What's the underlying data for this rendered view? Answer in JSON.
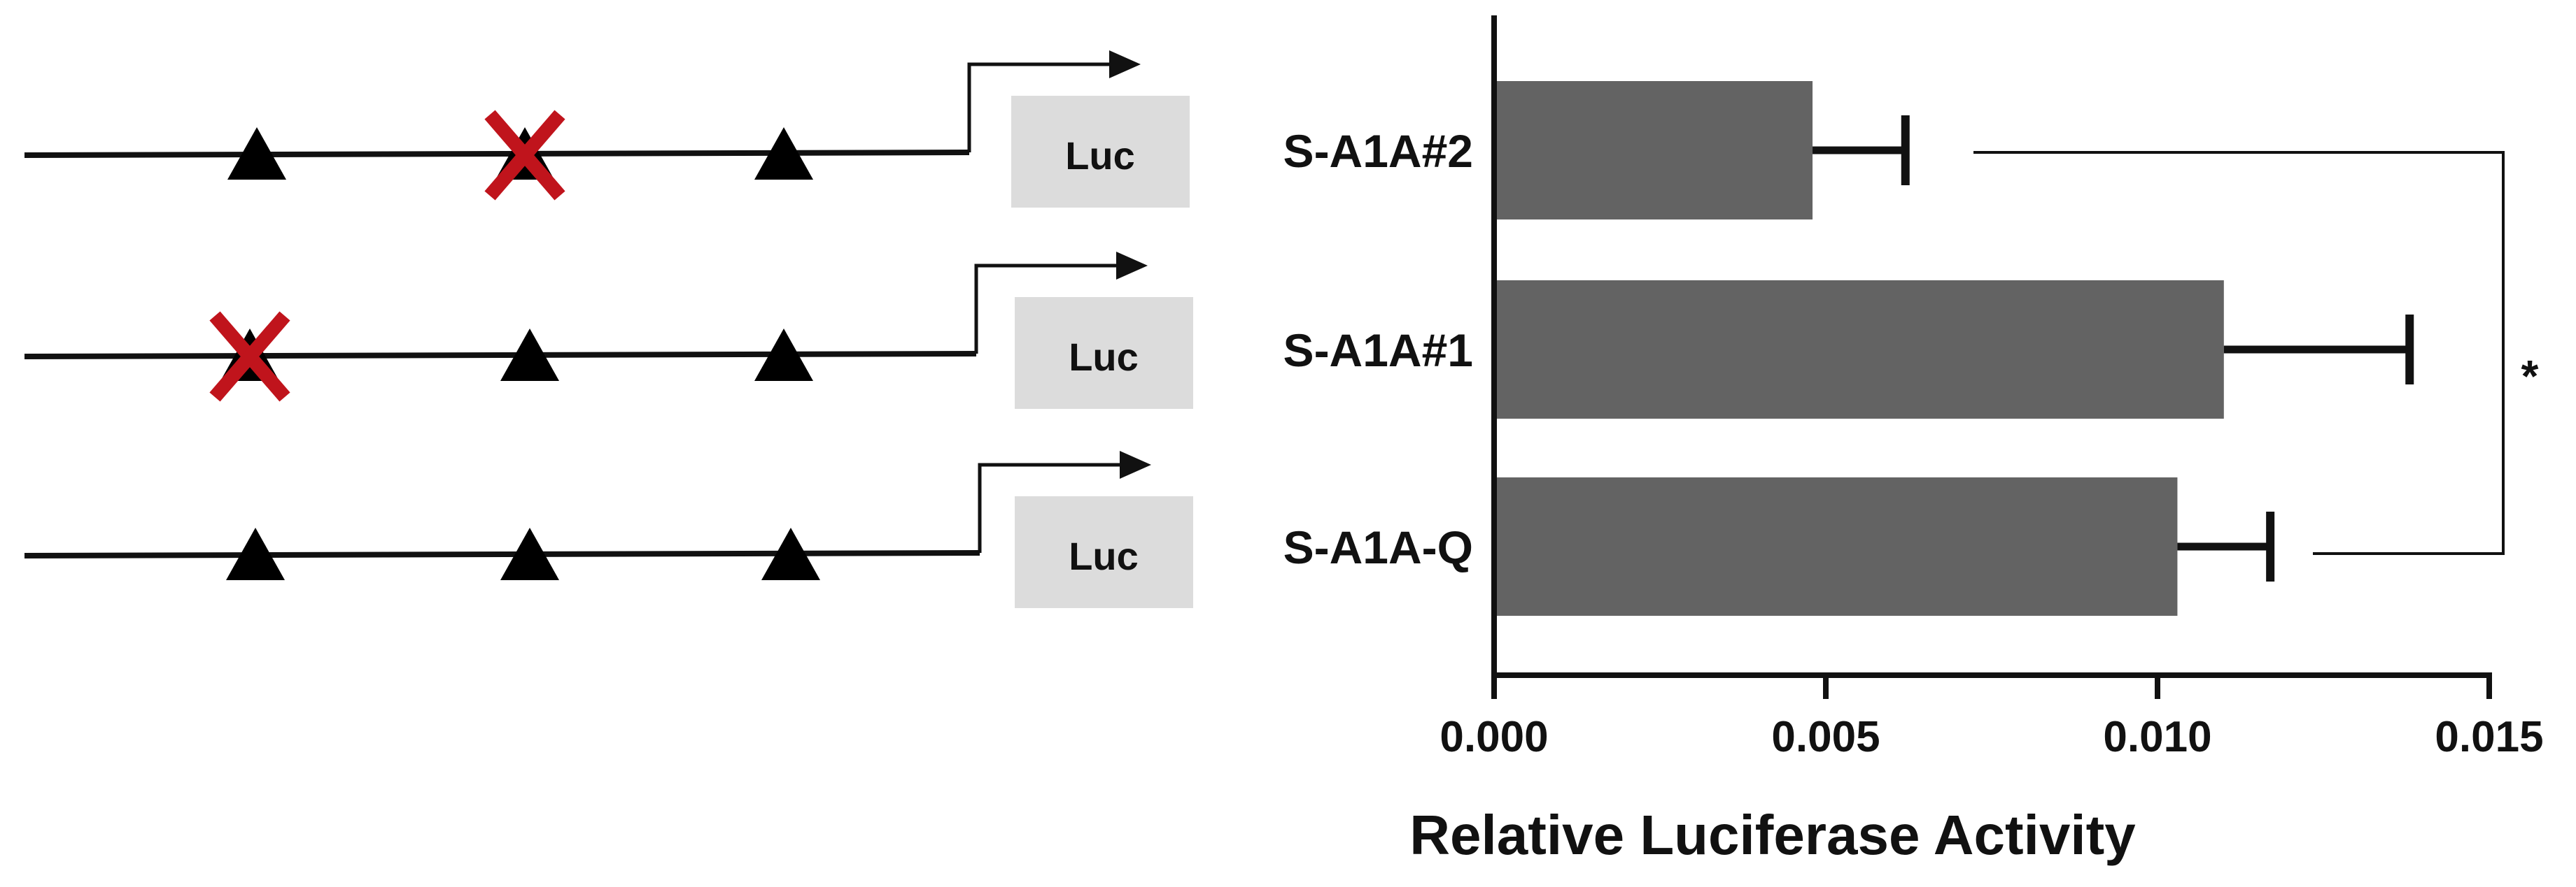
{
  "diagram": {
    "constructs": [
      {
        "luc_label": "Luc",
        "sites": [
          "site",
          "mutated",
          "site"
        ]
      },
      {
        "luc_label": "Luc",
        "sites": [
          "mutated",
          "site",
          "site"
        ]
      },
      {
        "luc_label": "Luc",
        "sites": [
          "site",
          "site",
          "site"
        ]
      }
    ],
    "icons": {
      "site": "triangle-icon",
      "mutated": "red-x-mutation-icon",
      "promoter": "arrow-right-icon"
    }
  },
  "chart_data": {
    "type": "bar",
    "orientation": "horizontal",
    "categories": [
      "S-A1A#2",
      "S-A1A#1",
      "S-A1A-Q"
    ],
    "values": [
      0.0048,
      0.011,
      0.0103
    ],
    "errors": [
      0.0014,
      0.0028,
      0.0014
    ],
    "xlabel": "Relative Luciferase Activity",
    "ylabel": "",
    "title": "",
    "xlim": [
      0,
      0.015
    ],
    "xticks": [
      "0.000",
      "0.005",
      "0.010",
      "0.015"
    ],
    "grid": false,
    "legend": "none",
    "significance": {
      "between": [
        "S-A1A#2",
        "S-A1A-Q"
      ],
      "label": "*"
    },
    "colors": {
      "bar": "#636363",
      "axis": "#111111",
      "mutation": "#c0141c",
      "luc_box": "#dcdcdc"
    }
  }
}
